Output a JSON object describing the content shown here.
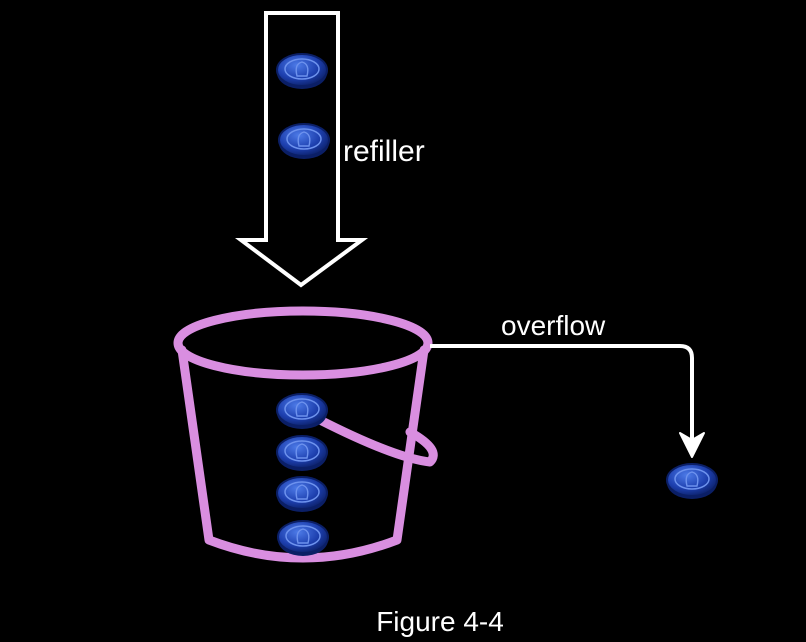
{
  "diagram": {
    "refiller_label": "refiller",
    "overflow_label": "overflow",
    "caption": "Figure 4-4",
    "tokens_in_chute": 2,
    "tokens_in_bucket": 4,
    "tokens_overflowed": 1
  },
  "colors": {
    "background": "#000000",
    "arrow": "#ffffff",
    "bucket": "#d98ee0",
    "token_fill": "#1d3fae",
    "token_rim": "#0b1f66",
    "token_highlight": "#4d7be8"
  },
  "icons": {
    "token": "coin-icon",
    "refill": "down-arrow-icon",
    "overflow": "elbow-arrow-icon",
    "bucket": "bucket-icon"
  }
}
